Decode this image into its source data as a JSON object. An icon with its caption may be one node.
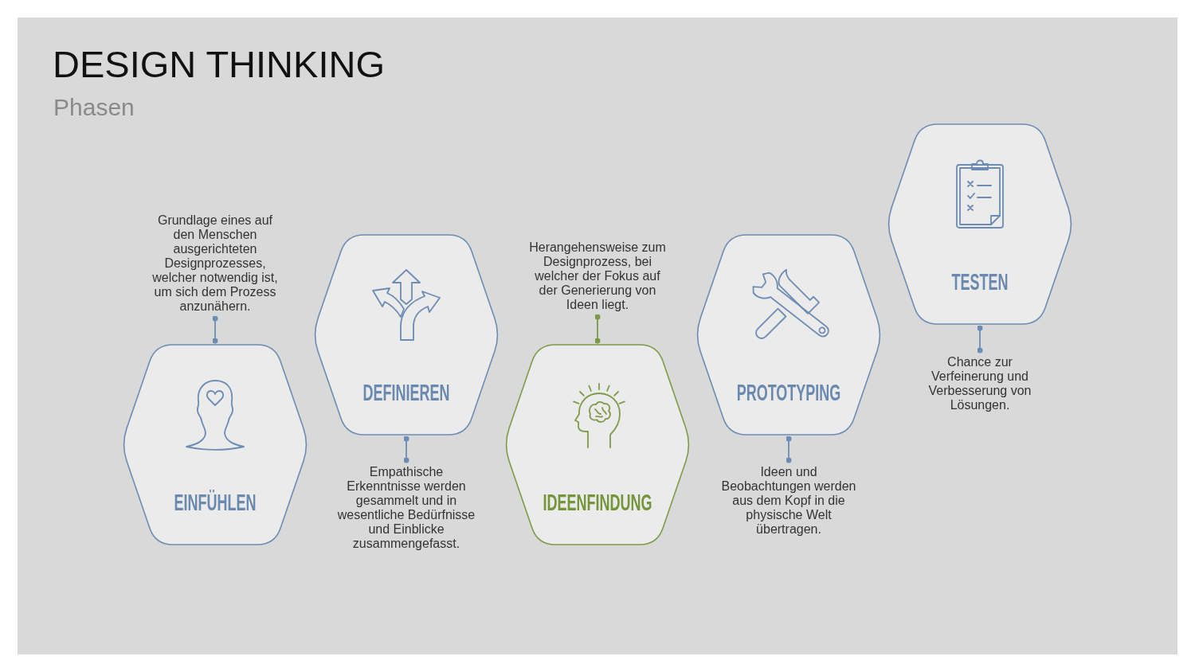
{
  "diagram": {
    "title": "DESIGN THINKING",
    "nodes": [
      {
        "text": [
          "Grundlage eines auf den Menschen ausgerichteten Designprozesses, welcher notwendig ist, um sich dem Prozess anzunähern."
        ]
      },
      {
        "text": [
          "EINFÜHLEN"
        ]
      },
      {
        "text": [
          "DEFINIEREN"
        ]
      },
      {
        "text": [
          "Empathische Erkenntnisse werden gesammelt und in wesentliche Bedürfnisse und Einblicke zusammengefasst."
        ]
      },
      {
        "text": [
          "Herangehensweise zum Designprozess, bei welcher der Fokus auf der Generierung von Ideen liegt."
        ]
      },
      {
        "text": [
          "IDEENFINDUNG"
        ]
      },
      {
        "text": [
          "PROTOTYPING"
        ]
      },
      {
        "text": [
          "Ideen und Beobachtungen werden aus dem Kopf in die physische Welt übertragen."
        ]
      },
      {
        "text": [
          "TESTEN"
        ]
      },
      {
        "text": [
          "Chance zur Verfeinerung und Verbesserung von Lösungen."
        ]
      }
    ],
    "edges": [
      {
        "from": 0,
        "to": 1,
        "arrow": "other"
      },
      {
        "from": 3,
        "to": 2,
        "arrow": "other"
      },
      {
        "from": 4,
        "to": 5,
        "arrow": "other",
        "color": "#7a9a45"
      },
      {
        "from": 7,
        "to": 6,
        "arrow": "other"
      },
      {
        "from": 9,
        "to": 8,
        "arrow": "other"
      }
    ],
    "labels": [
      "Phasen"
    ]
  }
}
